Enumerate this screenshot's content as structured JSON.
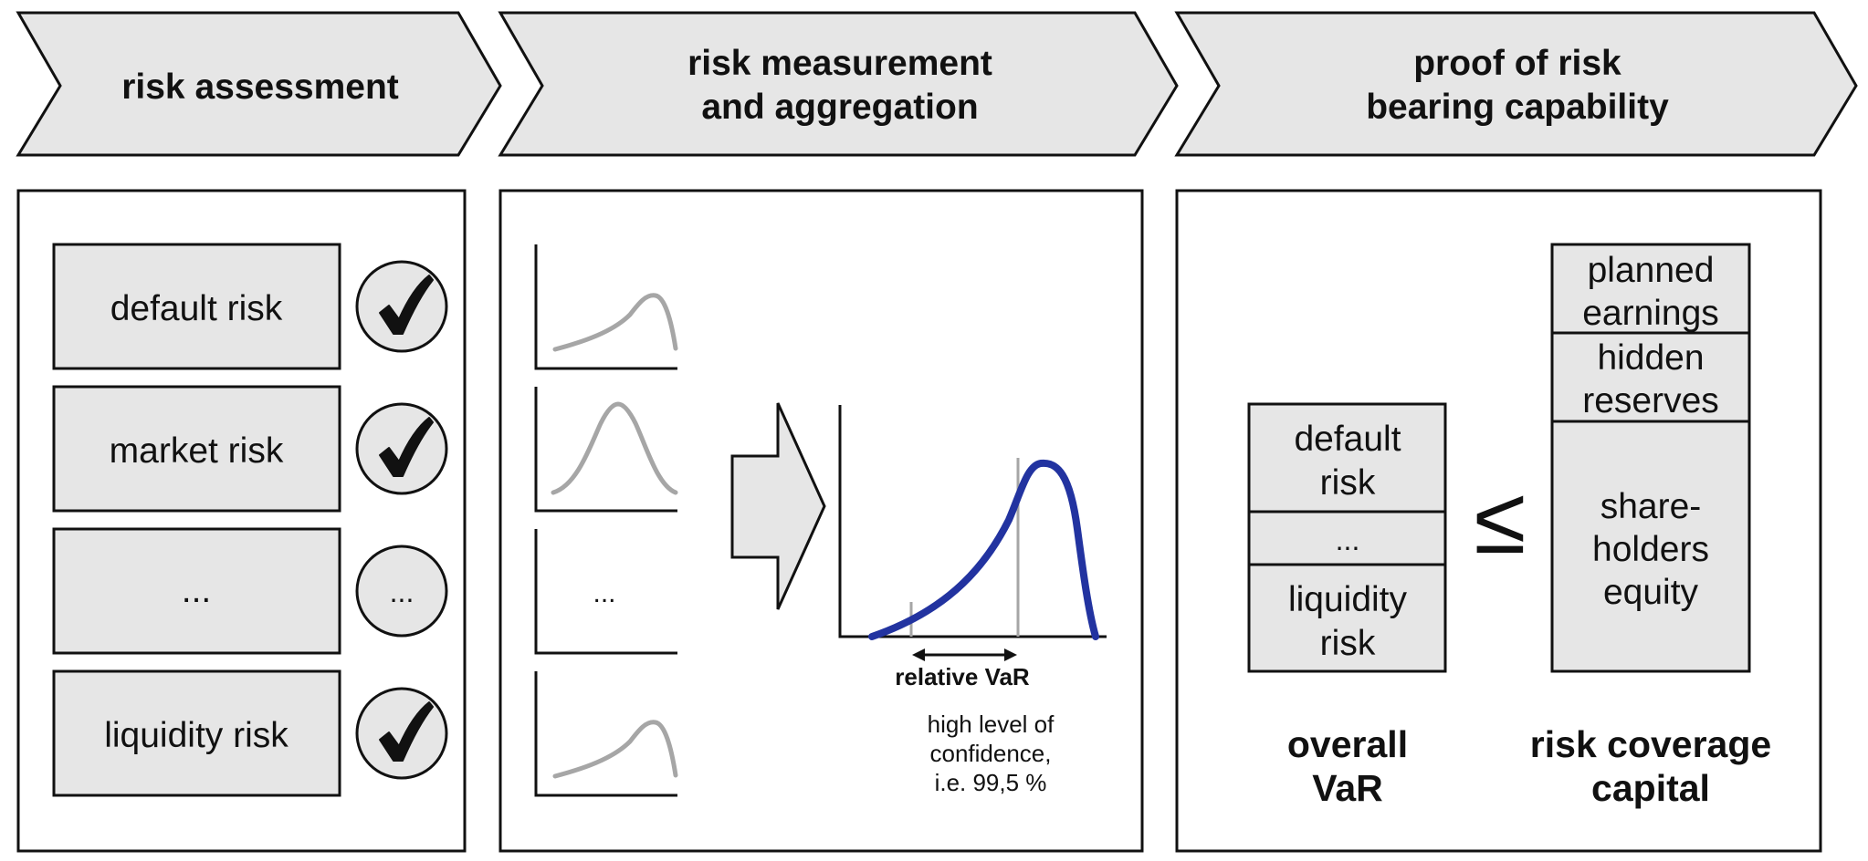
{
  "header": {
    "step1": [
      "risk assessment"
    ],
    "step2": [
      "risk measurement",
      "and aggregation"
    ],
    "step3": [
      "proof of risk",
      "bearing capability"
    ]
  },
  "assessment": {
    "items": [
      {
        "label": "default risk",
        "status": "check"
      },
      {
        "label": "market risk",
        "status": "check"
      },
      {
        "label": "...",
        "status": "..."
      },
      {
        "label": "liquidity risk",
        "status": "check"
      }
    ]
  },
  "measurement": {
    "small_chart_ellipsis": "...",
    "var_label": "relative VaR",
    "confidence_text": [
      "high level of",
      "confidence,",
      "i.e. 99,5 %"
    ]
  },
  "capability": {
    "var_stack": [
      [
        "default",
        "risk"
      ],
      [
        "..."
      ],
      [
        "liquidity",
        "risk"
      ]
    ],
    "relation_symbol": "≤",
    "capital_stack": [
      [
        "planned",
        "earnings"
      ],
      [
        "hidden",
        "reserves"
      ],
      [
        "share-",
        "holders",
        "equity"
      ]
    ],
    "var_caption": [
      "overall",
      "VaR"
    ],
    "capital_caption": [
      "risk coverage",
      "capital"
    ]
  },
  "colors": {
    "box_fill": "#e6e6e6",
    "distribution_curve": "#a6a6a6",
    "aggregate_curve": "#2233a0"
  }
}
